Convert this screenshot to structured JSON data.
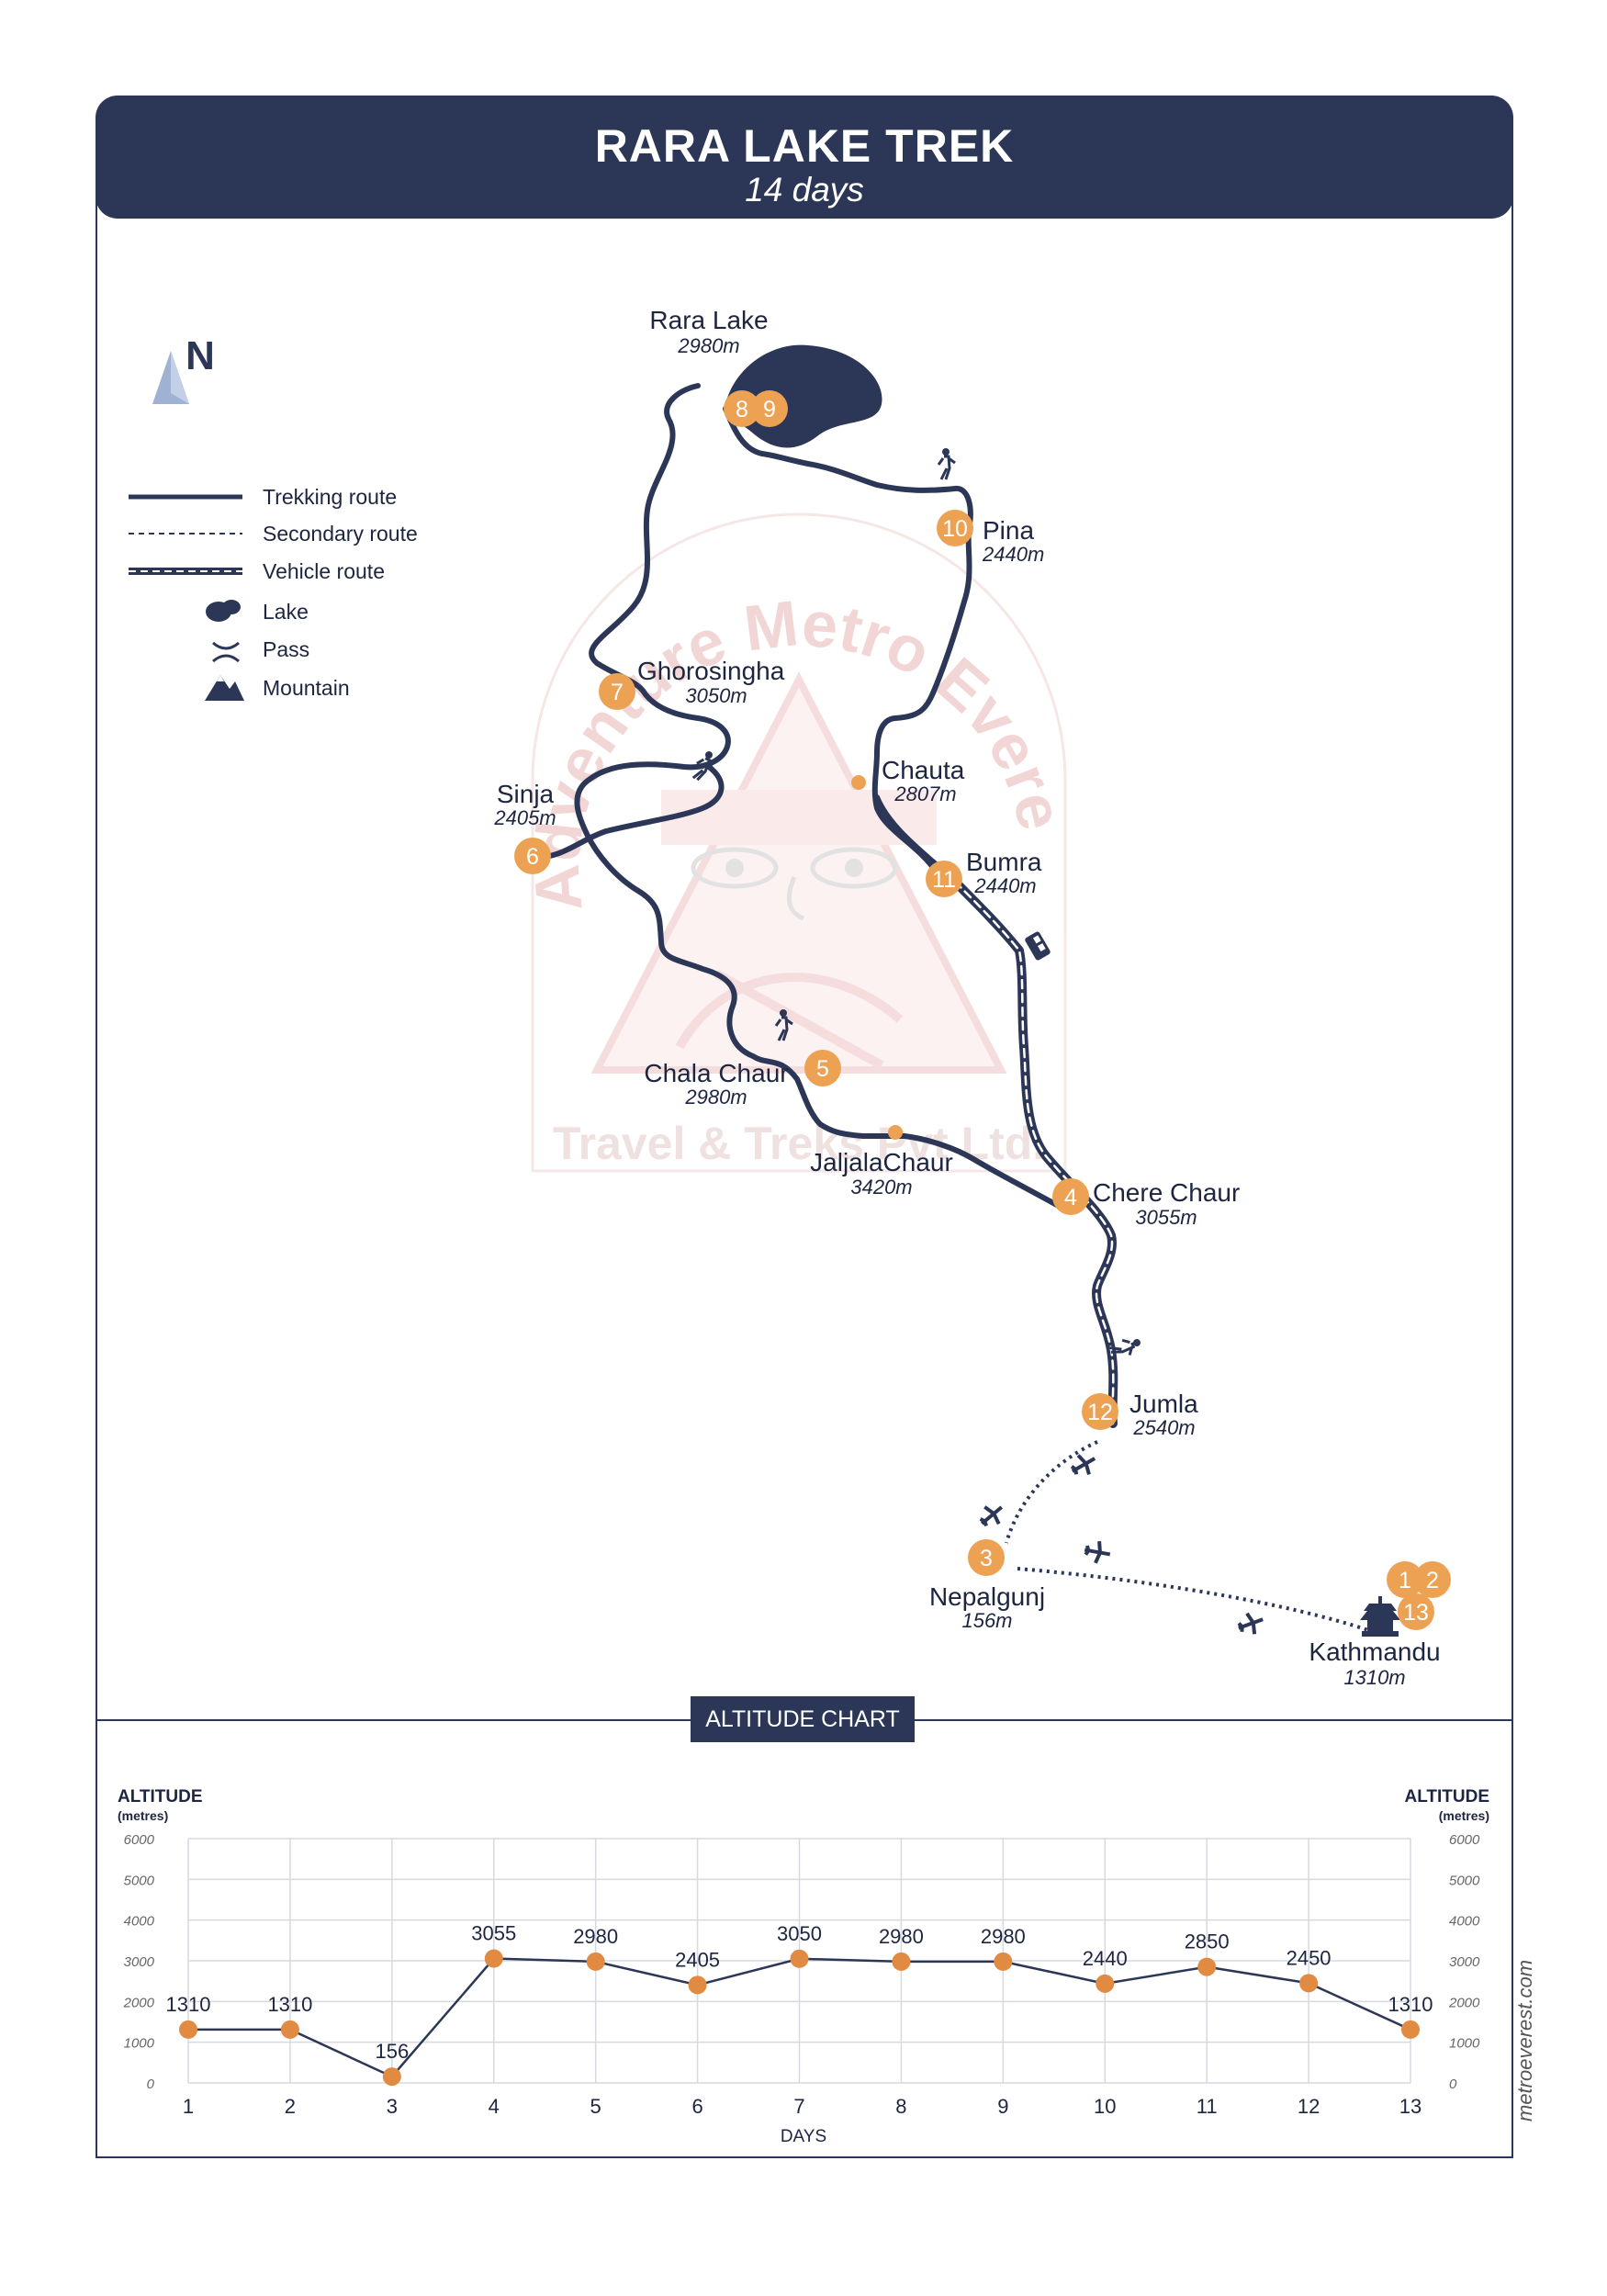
{
  "header": {
    "title": "RARA LAKE TREK",
    "subtitle": "14 days"
  },
  "compass": {
    "letter": "N",
    "icon": "north-arrow-icon"
  },
  "legend": [
    {
      "label": "Trekking route",
      "icon": "trekking-route-line"
    },
    {
      "label": "Secondary route",
      "icon": "secondary-route-line"
    },
    {
      "label": "Vehicle route",
      "icon": "vehicle-route-line"
    },
    {
      "label": "Lake",
      "icon": "lake-icon"
    },
    {
      "label": "Pass",
      "icon": "pass-icon"
    },
    {
      "label": "Mountain",
      "icon": "mountain-icon"
    }
  ],
  "watermark": {
    "arc_text": "Adventure Metro Everest",
    "bottom_text": "Travel & Treks Pvt Ltd."
  },
  "places": [
    {
      "name": "Rara Lake",
      "alt": "2980m",
      "days": [
        "8",
        "9"
      ]
    },
    {
      "name": "Pina",
      "alt": "2440m",
      "days": [
        "10"
      ]
    },
    {
      "name": "Ghorosingha",
      "alt": "3050m",
      "days": [
        "7"
      ]
    },
    {
      "name": "Chauta",
      "alt": "2807m",
      "days": []
    },
    {
      "name": "Sinja",
      "alt": "2405m",
      "days": [
        "6"
      ]
    },
    {
      "name": "Bumra",
      "alt": "2440m",
      "days": [
        "11"
      ]
    },
    {
      "name": "Chala Chaur",
      "alt": "2980m",
      "days": [
        "5"
      ]
    },
    {
      "name": "JaljalaChaur",
      "alt": "3420m",
      "days": []
    },
    {
      "name": "Chere Chaur",
      "alt": "3055m",
      "days": [
        "4"
      ]
    },
    {
      "name": "Jumla",
      "alt": "2540m",
      "days": [
        "12"
      ]
    },
    {
      "name": "Nepalgunj",
      "alt": "156m",
      "days": [
        "3"
      ]
    },
    {
      "name": "Kathmandu",
      "alt": "1310m",
      "days": [
        "1",
        "2",
        "13"
      ]
    }
  ],
  "route_icons": [
    "hiker-icon",
    "hiker-icon",
    "hiker-icon",
    "hiker-icon",
    "bus-icon",
    "plane-icon",
    "plane-icon",
    "plane-icon",
    "plane-icon",
    "temple-icon"
  ],
  "altitude_chart": {
    "badge": "ALTITUDE CHART",
    "left_axis_title": "ALTITUDE",
    "left_axis_unit": "(metres)",
    "right_axis_title": "ALTITUDE",
    "right_axis_unit": "(metres)"
  },
  "chart_data": {
    "type": "line",
    "title": "ALTITUDE CHART",
    "xlabel": "DAYS",
    "ylabel": "ALTITUDE (metres)",
    "x": [
      1,
      2,
      3,
      4,
      5,
      6,
      7,
      8,
      9,
      10,
      11,
      12,
      13
    ],
    "values": [
      1310,
      1310,
      156,
      3055,
      2980,
      2405,
      3050,
      2980,
      2980,
      2440,
      2850,
      2450,
      1310
    ],
    "data_labels": [
      "1310",
      "1310",
      "156",
      "3055",
      "2980",
      "2405",
      "3050",
      "2980",
      "2980",
      "2440",
      "2850",
      "2450",
      "1310"
    ],
    "yticks": [
      "0",
      "1000",
      "2000",
      "3000",
      "4000",
      "5000",
      "6000"
    ],
    "ylim": [
      0,
      6000
    ],
    "grid": true,
    "line_color": "#2c3757",
    "marker_color": "#e08a42"
  },
  "colors": {
    "navy": "#2c3757",
    "orange": "#eda253",
    "chart_marker": "#e08a42",
    "watermark": "#e8a9a9"
  },
  "footer": {
    "side_text": "metroeverest.com"
  }
}
